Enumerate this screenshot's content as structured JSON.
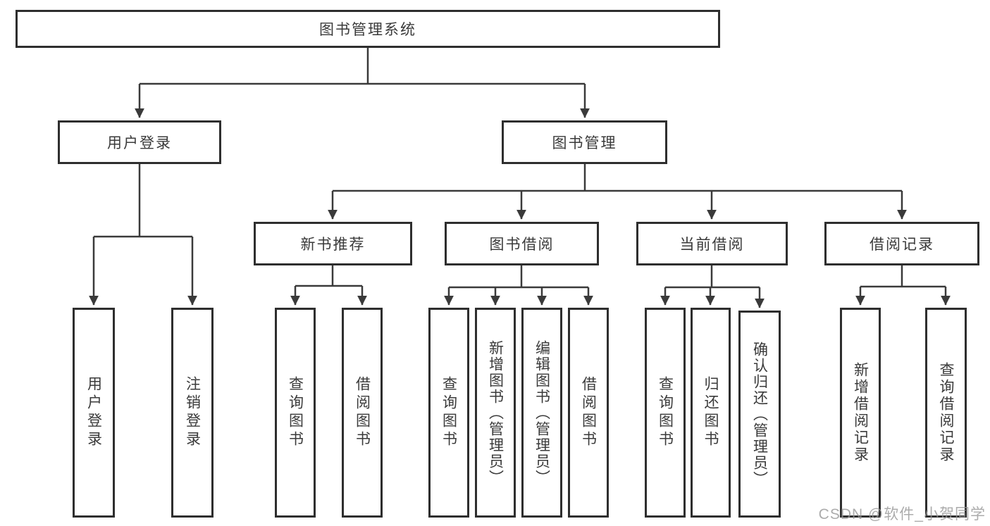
{
  "diagram": {
    "title": "图书管理系统",
    "level2": {
      "user_login": "用户登录",
      "book_management": "图书管理"
    },
    "level3": {
      "new_book_recommend": "新书推荐",
      "book_borrow": "图书借阅",
      "current_borrow": "当前借阅",
      "borrow_records": "借阅记录"
    },
    "leaves": {
      "login_user_login": "用户登录",
      "login_logout": "注销登录",
      "rec_query_books": "查询图书",
      "rec_borrow_books": "借阅图书",
      "bb_query_books": "查询图书",
      "bb_add_books": "新增图书（管理员）",
      "bb_edit_books": "编辑图书（管理员）",
      "bb_borrow_books": "借阅图书",
      "cb_query_books": "查询图书",
      "cb_return_books": "归还图书",
      "cb_confirm_return": "确认归还（管理员）",
      "br_add_record": "新增借阅记录",
      "br_query_record": "查询借阅记录"
    },
    "colors": {
      "line": "#3a3a3a",
      "box_border": "#2e2e2e",
      "text": "#3a3a3a",
      "background": "#ffffff",
      "watermark": "#969696"
    }
  },
  "watermark": "CSDN @软件_小贺同学"
}
